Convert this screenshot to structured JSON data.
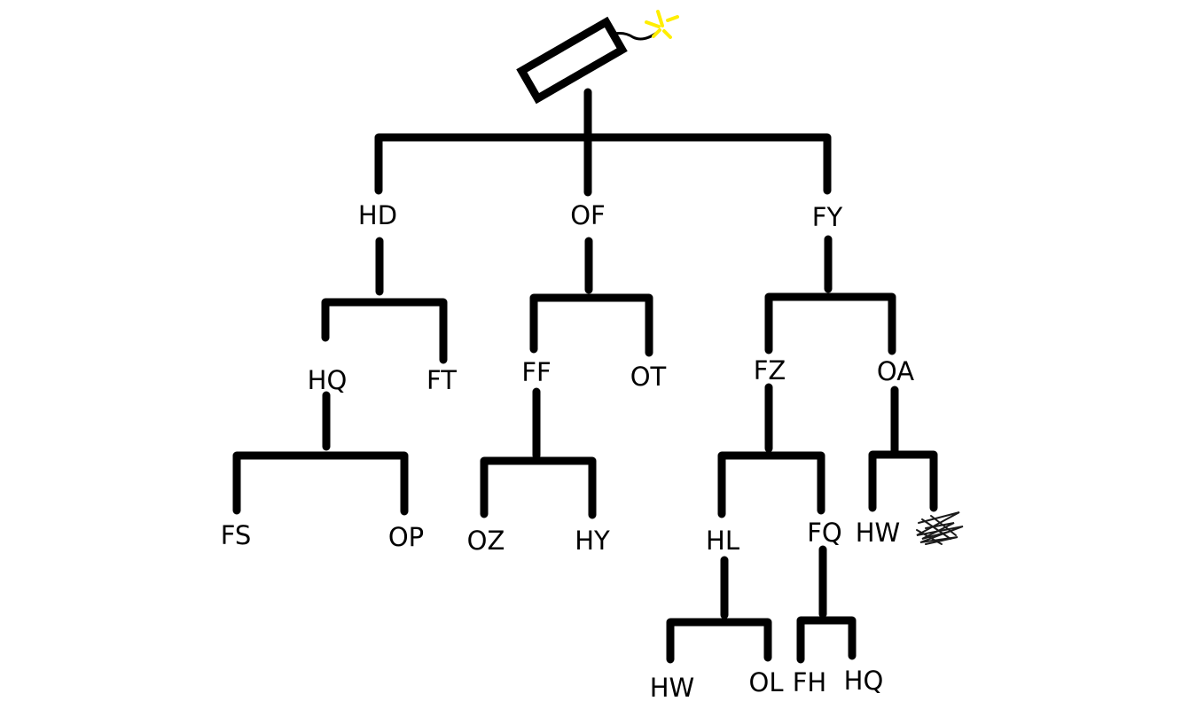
{
  "diagram": {
    "colors": {
      "line": "#000000",
      "background": "#ffffff",
      "spark": "#ffee00",
      "scribble": "#1a1a1a"
    },
    "root_icon": "bomb-icon",
    "scribble_icon": "scribbled-out-mark",
    "nodes": {
      "hd": "HD",
      "of": "OF",
      "fy": "FY",
      "hq": "HQ",
      "ft": "FT",
      "ff": "FF",
      "ot": "OT",
      "fz": "FZ",
      "oa": "OA",
      "fs": "FS",
      "op": "OP",
      "oz": "OZ",
      "hy": "HY",
      "hl": "HL",
      "fq": "FQ",
      "hw_oa": "HW",
      "hw_hl": "HW",
      "ol": "OL",
      "fh": "FH",
      "hq_fq": "HQ"
    }
  }
}
